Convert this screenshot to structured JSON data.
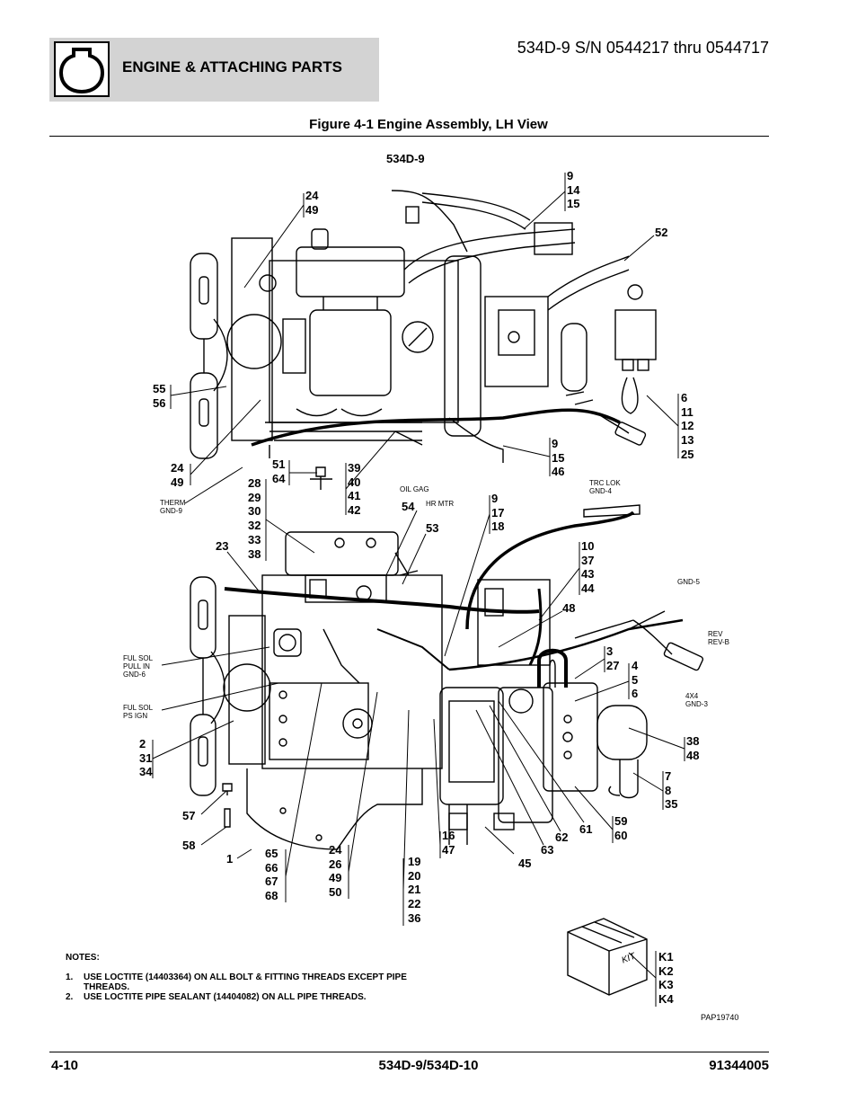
{
  "header": {
    "section_title": "ENGINE & ATTACHING PARTS",
    "model_range": "534D-9 S/N 0544217 thru 0544717",
    "icon": "engine-icon"
  },
  "figure": {
    "title": "Figure 4-1 Engine Assembly, LH View",
    "variant_label": "534D-9",
    "drawing_code": "PAP19740",
    "kit_label": "KIT"
  },
  "callouts": [
    {
      "id": "c-24-49-top",
      "text": "24\n49"
    },
    {
      "id": "c-9-14-15",
      "text": "9\n14\n15"
    },
    {
      "id": "c-52",
      "text": "52"
    },
    {
      "id": "c-55-56",
      "text": "55\n56"
    },
    {
      "id": "c-6-11-12-13-25",
      "text": "6\n11\n12\n13\n25"
    },
    {
      "id": "c-9-15-46",
      "text": "9\n15\n46"
    },
    {
      "id": "c-24-49-left",
      "text": "24\n49"
    },
    {
      "id": "c-51-64",
      "text": "51\n64"
    },
    {
      "id": "c-39-42",
      "text": "39\n40\n41\n42"
    },
    {
      "id": "c-28-38",
      "text": "28\n29\n30\n32\n33\n38"
    },
    {
      "id": "c-54",
      "text": "54"
    },
    {
      "id": "c-53",
      "text": "53"
    },
    {
      "id": "c-9-17-18",
      "text": "9\n17\n18"
    },
    {
      "id": "c-23",
      "text": "23"
    },
    {
      "id": "c-10-37-43-44",
      "text": "10\n37\n43\n44"
    },
    {
      "id": "c-48",
      "text": "48"
    },
    {
      "id": "c-3-27",
      "text": "3\n27"
    },
    {
      "id": "c-4-5-6",
      "text": "4\n5\n6"
    },
    {
      "id": "c-2-31-34",
      "text": "2\n31\n34"
    },
    {
      "id": "c-38-48",
      "text": "38\n48"
    },
    {
      "id": "c-7-8-35",
      "text": "7\n8\n35"
    },
    {
      "id": "c-57",
      "text": "57"
    },
    {
      "id": "c-58",
      "text": "58"
    },
    {
      "id": "c-1",
      "text": "1"
    },
    {
      "id": "c-65-68",
      "text": "65\n66\n67\n68"
    },
    {
      "id": "c-24-26-49-50",
      "text": "24\n26\n49\n50"
    },
    {
      "id": "c-19-36",
      "text": "19\n20\n21\n22\n36"
    },
    {
      "id": "c-16-47",
      "text": "16\n47"
    },
    {
      "id": "c-45",
      "text": "45"
    },
    {
      "id": "c-63",
      "text": "63"
    },
    {
      "id": "c-62",
      "text": "62"
    },
    {
      "id": "c-61",
      "text": "61"
    },
    {
      "id": "c-59-60",
      "text": "59\n60"
    },
    {
      "id": "c-k1-k4",
      "text": "K1\nK2\nK3\nK4"
    }
  ],
  "wire_tags": [
    {
      "id": "t-therm",
      "text": "THERM\nGND-9"
    },
    {
      "id": "t-oil",
      "text": "OIL GAG"
    },
    {
      "id": "t-hrmtr",
      "text": "HR MTR"
    },
    {
      "id": "t-trclok",
      "text": "TRC LOK\nGND-4"
    },
    {
      "id": "t-gnd5",
      "text": "GND-5"
    },
    {
      "id": "t-rev",
      "text": "REV\nREV-B"
    },
    {
      "id": "t-4x4",
      "text": "4X4\nGND-3"
    },
    {
      "id": "t-fulsol1",
      "text": "FUL SOL\nPULL IN\nGND-6"
    },
    {
      "id": "t-fulsol2",
      "text": "FUL SOL\nPS IGN"
    }
  ],
  "notes": {
    "heading": "NOTES:",
    "items": [
      {
        "num": "1.",
        "text": "USE LOCTITE (14403364) ON ALL BOLT & FITTING THREADS EXCEPT PIPE THREADS."
      },
      {
        "num": "2.",
        "text": "USE LOCTITE PIPE SEALANT (14404082) ON ALL PIPE THREADS."
      }
    ]
  },
  "footer": {
    "page": "4-10",
    "model": "534D-9/534D-10",
    "doc_number": "91344005"
  }
}
